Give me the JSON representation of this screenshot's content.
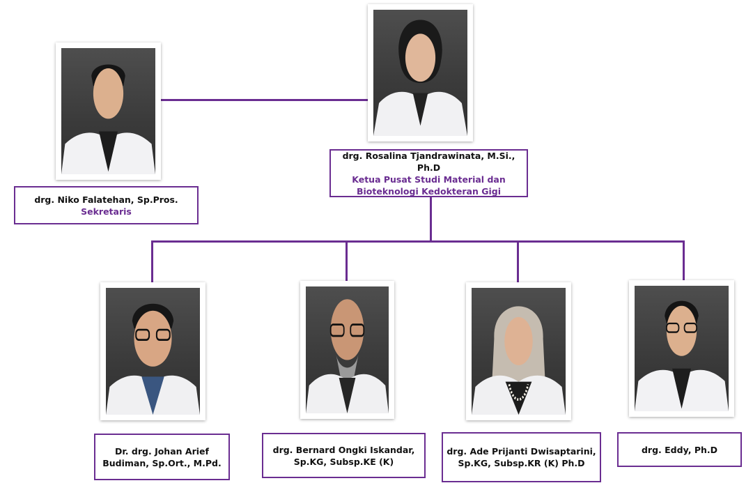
{
  "colors": {
    "accent": "#6a2d91",
    "background": "#ffffff",
    "name_text": "#111111"
  },
  "people": {
    "head": {
      "name": "drg. Rosalina Tjandrawinata, M.Si., Ph.D",
      "role_line1": "Ketua Pusat Studi Material dan",
      "role_line2": "Bioteknologi Kedokteran Gigi"
    },
    "secretary": {
      "name": "drg. Niko Falatehan, Sp.Pros.",
      "role": "Sekretaris"
    },
    "members": [
      {
        "name_line1": "Dr. drg. Johan Arief",
        "name_line2": "Budiman, Sp.Ort., M.Pd."
      },
      {
        "name_line1": "drg. Bernard Ongki Iskandar,",
        "name_line2": "Sp.KG, Subsp.KE (K)"
      },
      {
        "name_line1": "drg. Ade Prijanti Dwisaptarini,",
        "name_line2": "Sp.KG, Subsp.KR (K) Ph.D"
      },
      {
        "name_line1": "drg. Eddy, Ph.D",
        "name_line2": ""
      }
    ]
  }
}
